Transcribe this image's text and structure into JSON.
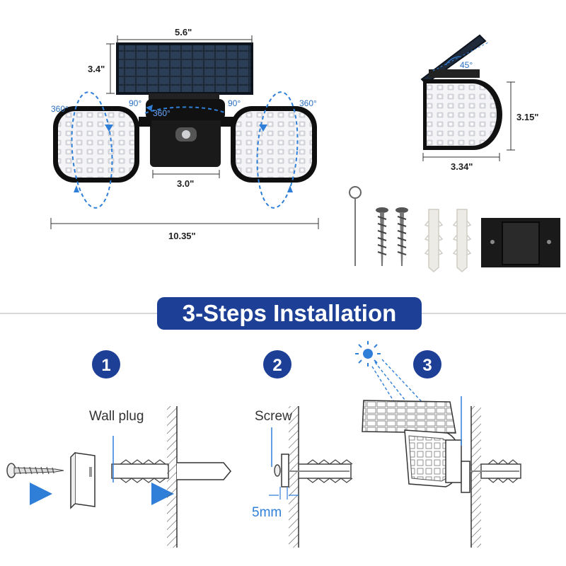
{
  "dimensions": {
    "panel_width": "5.6\"",
    "panel_height": "3.4\"",
    "body_width": "3.0\"",
    "total_width": "10.35\"",
    "side_height": "3.15\"",
    "side_width": "3.34\"",
    "tilt_angle": "45°"
  },
  "rotations": {
    "left_head": "360°",
    "right_head": "360°",
    "center_body": "360°",
    "left_hinge": "90°",
    "right_hinge": "90°"
  },
  "installation": {
    "title": "3-Steps Installation",
    "steps": [
      {
        "number": "1",
        "label": "Wall plug"
      },
      {
        "number": "2",
        "label": "Screw",
        "measure": "5mm"
      },
      {
        "number": "3"
      }
    ]
  },
  "colors": {
    "banner": "#1d3f95",
    "accent_blue": "#2a6fc0",
    "arrow_blue": "#2f7fd8",
    "panel_dark": "#1e2a3a"
  }
}
